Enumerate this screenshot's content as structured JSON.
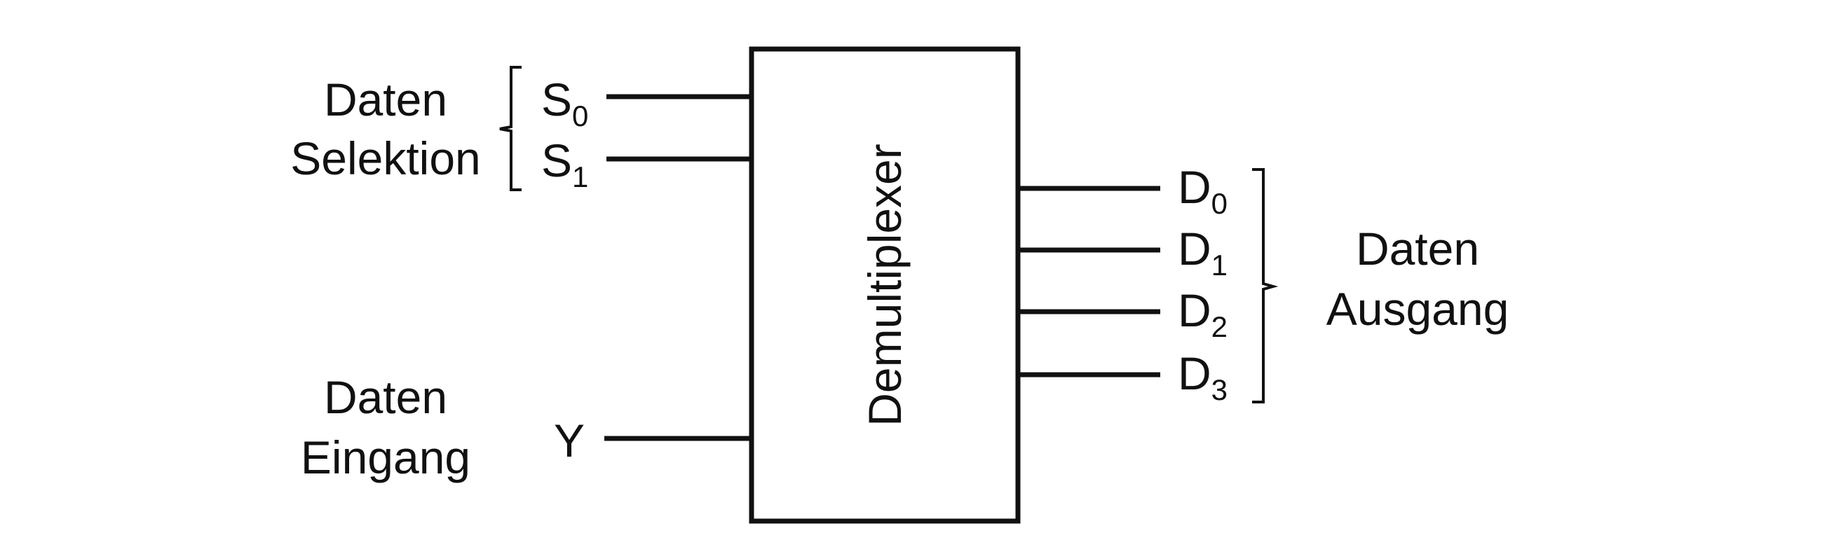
{
  "diagram": {
    "block": {
      "label": "Demultiplexer"
    },
    "selection_group": {
      "line1": "Daten",
      "line2": "Selektion"
    },
    "input_group": {
      "line1": "Daten",
      "line2": "Eingang"
    },
    "output_group": {
      "line1": "Daten",
      "line2": "Ausgang"
    },
    "select_pins": [
      {
        "letter": "S",
        "index": "0"
      },
      {
        "letter": "S",
        "index": "1"
      }
    ],
    "input_pin": {
      "letter": "Y"
    },
    "output_pins": [
      {
        "letter": "D",
        "index": "0"
      },
      {
        "letter": "D",
        "index": "1"
      },
      {
        "letter": "D",
        "index": "2"
      },
      {
        "letter": "D",
        "index": "3"
      }
    ]
  },
  "colors": {
    "stroke": "#111111",
    "background": "#ffffff"
  }
}
